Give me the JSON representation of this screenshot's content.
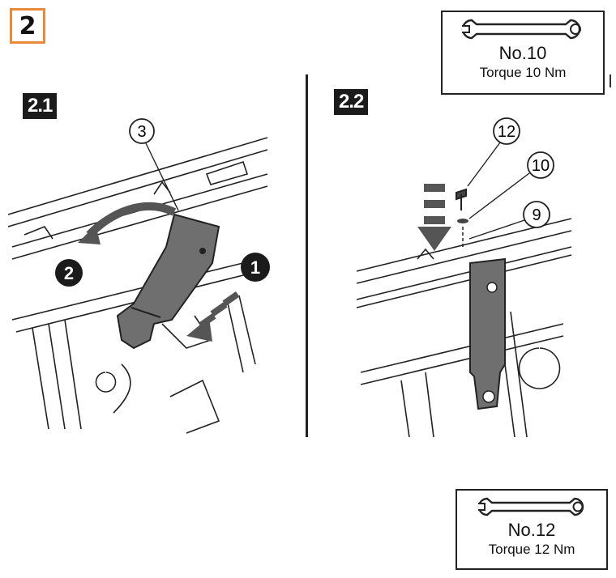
{
  "step": {
    "number": "2"
  },
  "tools": [
    {
      "size": "No.10",
      "torque": "Torque 10 Nm",
      "icon": "wrench-icon"
    },
    {
      "size": "No.12",
      "torque": "Torque 12 Nm",
      "icon": "wrench-icon"
    }
  ],
  "figures": [
    {
      "label": "2.1",
      "callouts": [
        "3",
        "2",
        "1"
      ]
    },
    {
      "label": "2.2",
      "callouts": [
        "12",
        "10",
        "9"
      ]
    }
  ],
  "colors": {
    "badge_border": "#e98a3a",
    "label_bg": "#1b1b1b",
    "part_fill": "#6f6f6f"
  }
}
